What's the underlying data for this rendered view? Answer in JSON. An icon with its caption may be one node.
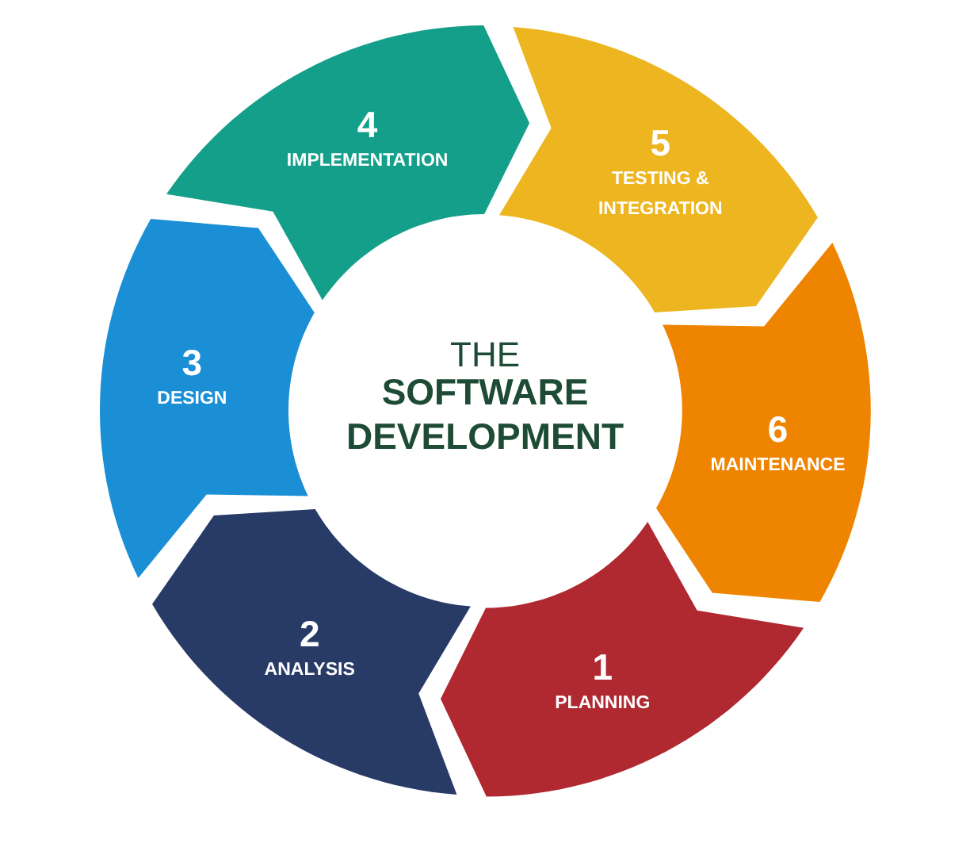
{
  "diagram": {
    "nodes": [
      {
        "text": [
          "THE",
          "SOFTWARE DEVELOPMENT"
        ]
      },
      {
        "text": [
          "1",
          "PLANNING"
        ]
      },
      {
        "text": [
          "2",
          "ANALYSIS"
        ]
      },
      {
        "text": [
          "3",
          "DESIGN"
        ]
      },
      {
        "text": [
          "4",
          "IMPLEMENTATION"
        ]
      },
      {
        "text": [
          "5",
          "TESTING & INTEGRATION"
        ]
      },
      {
        "text": [
          "6",
          "MAINTENANCE"
        ]
      }
    ]
  }
}
